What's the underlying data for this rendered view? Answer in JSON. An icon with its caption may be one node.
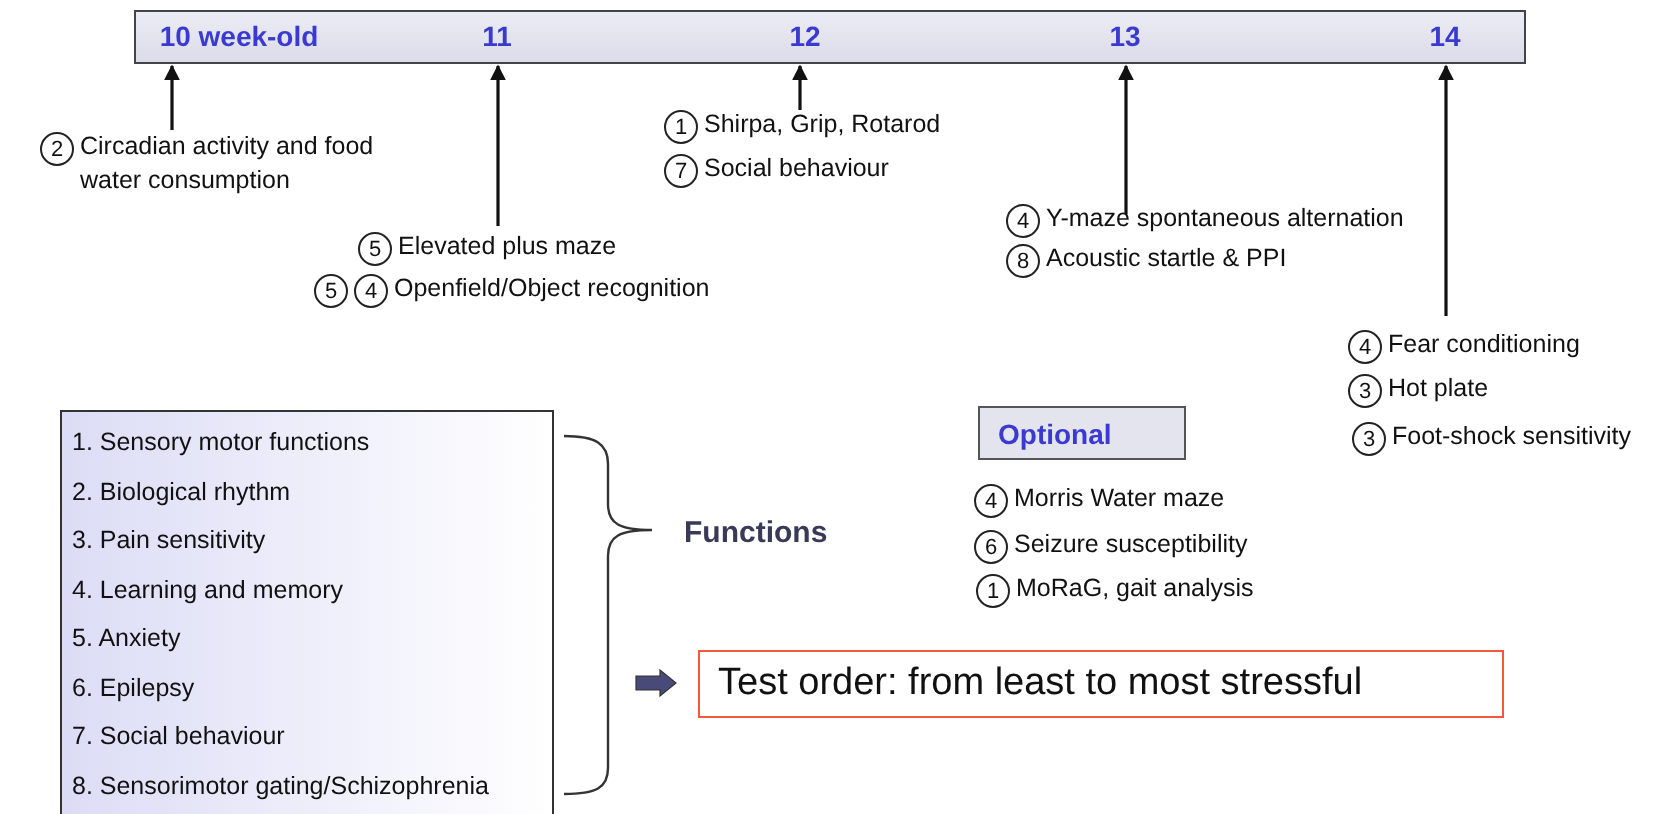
{
  "diagram": {
    "nodes": [
      {
        "text": [],
        "shape": "bar"
      },
      {
        "text": [
          "10 week-old"
        ],
        "in": 0
      },
      {
        "text": [
          "11"
        ],
        "in": 0
      },
      {
        "text": [
          "12"
        ],
        "in": 0
      },
      {
        "text": [
          "13"
        ],
        "in": 0
      },
      {
        "text": [
          "14"
        ],
        "in": 0
      },
      {
        "text": [
          "2"
        ],
        "beside": [
          "Circadian activity and food water consumption"
        ]
      },
      {
        "text": [
          "1"
        ],
        "beside": [
          "Shirpa, Grip, Rotarod"
        ]
      },
      {
        "text": [
          "7"
        ],
        "beside": [
          "Social behaviour"
        ]
      },
      {
        "text": [
          "5"
        ],
        "beside": [
          "Elevated plus maze"
        ]
      },
      {
        "text": [
          "5"
        ]
      },
      {
        "text": [
          "4"
        ],
        "beside": [
          "Openfield/Object recognition"
        ]
      },
      {
        "text": [
          "4"
        ],
        "beside": [
          "Y-maze spontaneous alternation"
        ]
      },
      {
        "text": [
          "8"
        ],
        "beside": [
          "Acoustic startle & PPI"
        ]
      },
      {
        "text": [
          "4"
        ],
        "beside": [
          "Fear conditioning"
        ]
      },
      {
        "text": [
          "3"
        ],
        "beside": [
          "Hot plate"
        ]
      },
      {
        "text": [
          "3"
        ],
        "beside": [
          "Foot-shock sensitivity"
        ]
      },
      {
        "text": [
          "1. Sensory motor functions",
          "2. Biological rhythm",
          "3. Pain sensitivity",
          "4. Learning and memory",
          "5. Anxiety",
          "6. Epilepsy",
          "7. Social behaviour",
          "8. Sensorimotor gating/Schizophrenia"
        ]
      },
      {
        "text": [
          "Optional"
        ]
      },
      {
        "text": [
          "4"
        ],
        "beside": [
          "Morris Water maze"
        ]
      },
      {
        "text": [
          "6"
        ],
        "beside": [
          "Seizure susceptibility"
        ]
      },
      {
        "text": [
          "1"
        ],
        "beside": [
          "MoRaG, gait analysis"
        ]
      },
      {
        "text": [
          "Test order: from least to most stressful"
        ]
      }
    ],
    "edges": [
      {
        "from": 6,
        "to": 1,
        "arrow": "to"
      },
      {
        "from": 9,
        "to": 2,
        "arrow": "to"
      },
      {
        "from": 7,
        "to": 3,
        "arrow": "to"
      },
      {
        "from": 12,
        "to": 4,
        "arrow": "to"
      },
      {
        "from": 14,
        "to": 5,
        "arrow": "to"
      }
    ],
    "labels": [
      "Functions"
    ]
  }
}
